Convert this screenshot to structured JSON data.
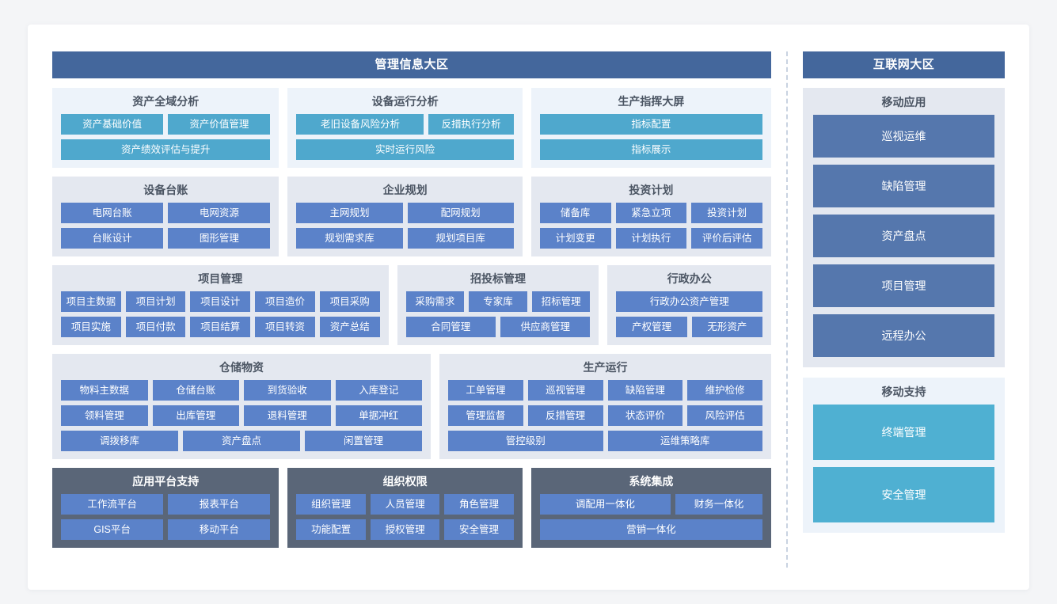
{
  "zones": {
    "main": {
      "title": "管理信息大区"
    },
    "internet": {
      "title": "互联网大区"
    }
  },
  "colors": {
    "zone_bar": "#44679c",
    "btn_cyan": "#4fa8cd",
    "btn_blue": "#5b82c9",
    "group_light": "#edf3fa",
    "group_grey": "#e4e8f0",
    "group_dark": "#5a6678",
    "side_btn_blue": "#5577ad",
    "side_btn_cyan": "#4fb0d2",
    "divider": "#c9d3e1"
  },
  "groups": {
    "asset_analysis": {
      "title": "资产全域分析",
      "rows": [
        [
          "资产基础价值",
          "资产价值管理"
        ],
        [
          "资产绩效评估与提升"
        ]
      ]
    },
    "equipment_analysis": {
      "title": "设备运行分析",
      "rows": [
        [
          "老旧设备风险分析",
          "反措执行分析"
        ],
        [
          "实时运行风险"
        ]
      ]
    },
    "production_screen": {
      "title": "生产指挥大屏",
      "rows": [
        [
          "指标配置"
        ],
        [
          "指标展示"
        ]
      ]
    },
    "equipment_ledger": {
      "title": "设备台账",
      "rows": [
        [
          "电网台账",
          "电网资源"
        ],
        [
          "台账设计",
          "图形管理"
        ]
      ]
    },
    "enterprise_plan": {
      "title": "企业规划",
      "rows": [
        [
          "主网规划",
          "配网规划"
        ],
        [
          "规划需求库",
          "规划项目库"
        ]
      ]
    },
    "investment_plan": {
      "title": "投资计划",
      "rows": [
        [
          "储备库",
          "紧急立项",
          "投资计划"
        ],
        [
          "计划变更",
          "计划执行",
          "评价后评估"
        ]
      ]
    },
    "project_management": {
      "title": "项目管理",
      "rows": [
        [
          "项目主数据",
          "项目计划",
          "项目设计",
          "项目造价",
          "项目采购"
        ],
        [
          "项目实施",
          "项目付款",
          "项目结算",
          "项目转资",
          "资产总结"
        ]
      ]
    },
    "bidding_management": {
      "title": "招投标管理",
      "rows": [
        [
          "采购需求",
          "专家库",
          "招标管理"
        ],
        [
          "合同管理",
          "供应商管理"
        ]
      ]
    },
    "administrative_office": {
      "title": "行政办公",
      "rows": [
        [
          "行政办公资产管理"
        ],
        [
          "产权管理",
          "无形资产"
        ]
      ]
    },
    "warehouse_material": {
      "title": "仓储物资",
      "rows": [
        [
          "物料主数据",
          "仓储台账",
          "到货验收",
          "入库登记"
        ],
        [
          "领料管理",
          "出库管理",
          "退料管理",
          "单据冲红"
        ],
        [
          "调拨移库",
          "资产盘点",
          "闲置管理"
        ]
      ]
    },
    "production_operation": {
      "title": "生产运行",
      "rows": [
        [
          "工单管理",
          "巡视管理",
          "缺陷管理",
          "维护检修"
        ],
        [
          "管理监督",
          "反措管理",
          "状态评价",
          "风险评估"
        ],
        [
          "管控级别",
          "运维策略库"
        ]
      ]
    },
    "application_platform": {
      "title": "应用平台支持",
      "rows": [
        [
          "工作流平台",
          "报表平台"
        ],
        [
          "GIS平台",
          "移动平台"
        ]
      ]
    },
    "org_permission": {
      "title": "组织权限",
      "rows": [
        [
          "组织管理",
          "人员管理",
          "角色管理"
        ],
        [
          "功能配置",
          "授权管理",
          "安全管理"
        ]
      ]
    },
    "system_integration": {
      "title": "系统集成",
      "rows": [
        [
          "调配用一体化",
          "财务一体化"
        ],
        [
          "营销一体化"
        ]
      ]
    },
    "mobile_app": {
      "title": "移动应用",
      "items": [
        "巡视运维",
        "缺陷管理",
        "资产盘点",
        "项目管理",
        "远程办公"
      ]
    },
    "mobile_support": {
      "title": "移动支持",
      "items": [
        "终端管理",
        "安全管理"
      ]
    }
  }
}
